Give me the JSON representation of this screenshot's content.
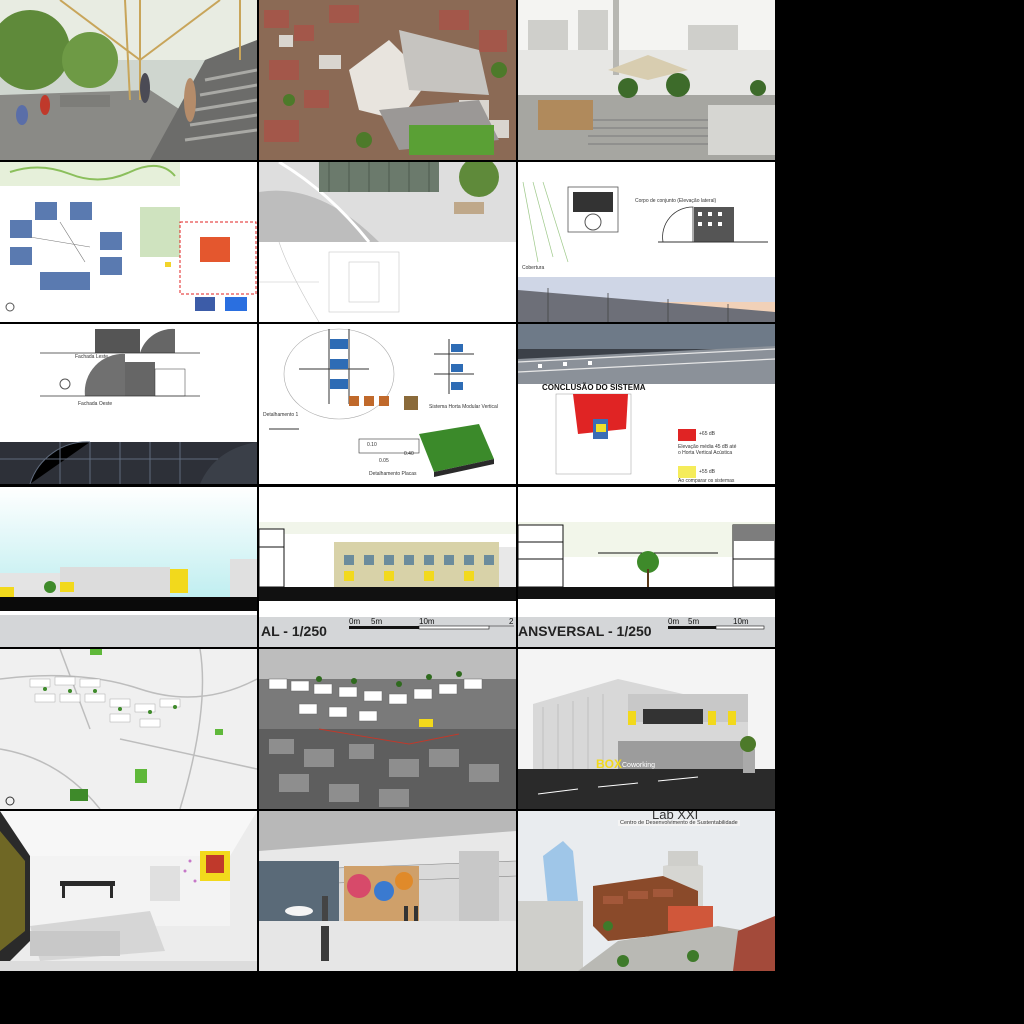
{
  "sheet": {
    "t6_labels": {
      "conjunto": "Corpo de conjunto (Elevação lateral)",
      "cobertura": "Cobertura"
    },
    "t7_labels": {
      "leste": "Fachada Leste",
      "oeste": "Fachada Oeste"
    },
    "t8_labels": {
      "detalhamento1": "Detalhamento 1",
      "sistema": "Sistema Horta Modular Vertical",
      "detalhamento_placas": "Detalhamento Placas",
      "d1": "0.10",
      "d2": "0.40",
      "d3": "0.05"
    },
    "t9_labels": {
      "title": "CONCLUSÃO DO SISTEMA",
      "legend1": "+65 dB",
      "legend1_desc": "Elevação média 45 dB até o Horta Vertical Acústica",
      "legend2": "+55 dB",
      "legend2_desc": "Ao comparar os sistemas"
    },
    "t11": {
      "title": "AL - 1/250",
      "s0": "0m",
      "s1": "5m",
      "s2": "10m",
      "s3": "2"
    },
    "t12": {
      "title": "ANSVERSAL - 1/250",
      "s0": "0m",
      "s1": "5m",
      "s2": "10m"
    },
    "t15": {
      "sign1": "BOX",
      "sign2": "Coworking"
    },
    "t18": {
      "logo": "Lab XXI",
      "subtitle": "Centro de Desenvolvimento de Sustentabilidade"
    }
  }
}
